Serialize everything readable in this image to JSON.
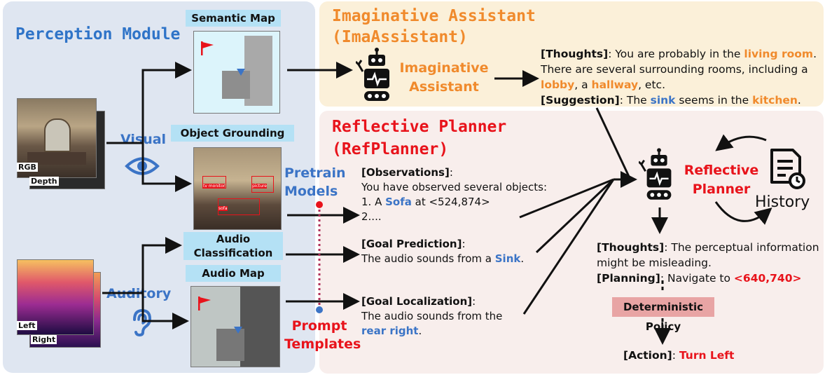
{
  "perception": {
    "title": "Perception Module",
    "visual_label": "Visual",
    "auditory_label": "Auditory",
    "rgb_label": "RGB",
    "depth_label": "Depth",
    "left_label": "Left",
    "right_label": "Right",
    "semantic_map_label": "Semantic Map",
    "object_grounding_label": "Object Grounding",
    "audio_classification_label": "Audio Classification",
    "audio_map_label": "Audio Map",
    "grounding_boxes": [
      "tv monitor",
      "picture",
      "sofa"
    ]
  },
  "middle": {
    "pretrain_label": "Pretrain Models",
    "prompt_label": "Prompt Templates"
  },
  "ima": {
    "title_line1": "Imaginative Assistant",
    "title_line2": "(ImaAssistant)",
    "robot_label": "Imaginative Assistant",
    "thoughts_tag": "[Thoughts]",
    "thoughts_text1": ": You are probably in the ",
    "thoughts_hl1": "living room",
    "thoughts_text2": ". There are several surrounding rooms, including a ",
    "thoughts_hl2": "lobby",
    "thoughts_text3": ", a ",
    "thoughts_hl3": "hallway",
    "thoughts_text4": ", etc.",
    "suggestion_tag": "[Suggestion]",
    "suggestion_text1": ": The ",
    "suggestion_hl1": "sink",
    "suggestion_text2": " seems in the ",
    "suggestion_hl2": "kitchen",
    "suggestion_text3": "."
  },
  "ref": {
    "title_line1": "Reflective Planner",
    "title_line2": "(RefPlanner)",
    "robot_label": "Reflective Planner",
    "history_label": "History",
    "obs_tag": "[Observations]",
    "obs_colon": ":",
    "obs_line1": "You have observed several objects:",
    "obs_line2_a": "1. A ",
    "obs_line2_hl": "Sofa",
    "obs_line2_b": " at <524,874>",
    "obs_line3": "2....",
    "goalpred_tag": "[Goal Prediction]",
    "goalpred_colon": ":",
    "goalpred_text": "The audio sounds from a ",
    "goalpred_hl": "Sink",
    "goalpred_end": ".",
    "goalloc_tag": "[Goal Localization]",
    "goalloc_colon": ":",
    "goalloc_text": "The audio sounds from the",
    "goalloc_hl": "rear right",
    "goalloc_end": ".",
    "thoughts_tag": "[Thoughts]",
    "thoughts_text": ": The perceptual information might be misleading.",
    "planning_tag": "[Planning]",
    "planning_text": ": Navigate to ",
    "planning_hl": "<640,740>",
    "policy_label": "Deterministic Policy",
    "action_tag": "[Action]",
    "action_colon": ": ",
    "action_hl": "Turn Left"
  },
  "colors": {
    "orange": "#f08a2c",
    "red": "#e8131b",
    "blue": "#3b74c6",
    "perception_bg": "#dfe6f1",
    "ima_bg": "#fbf0d9",
    "ref_bg": "#f8eeec",
    "tag_bg": "#b4e1f5",
    "policy_bg": "#e8a4a4"
  }
}
